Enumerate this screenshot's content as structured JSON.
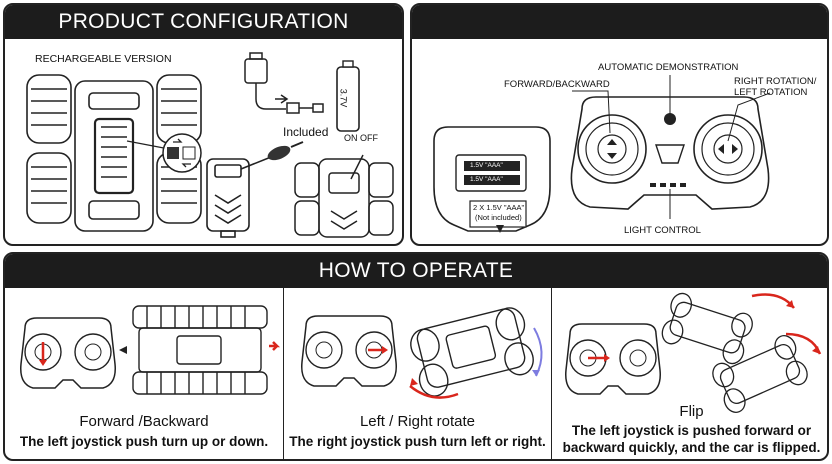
{
  "config": {
    "title": "PRODUCT CONFIGURATION",
    "version_label": "RECHARGEABLE VERSION",
    "battery_label": "3.7V",
    "included_label": "Included",
    "switch_label": "ON OFF",
    "controller_battery_top": "1.5V \"AAA\"",
    "controller_battery_bottom": "1.5V \"AAA\"",
    "battery_note_line1": "2 X 1.5V \"AAA\"",
    "battery_note_line2": "(Not included)",
    "label_auto_demo": "AUTOMATIC DEMONSTRATION",
    "label_forward_backward": "FORWARD/BACKWARD",
    "label_rotation_line1": "RIGHT ROTATION/",
    "label_rotation_line2": "LEFT ROTATION",
    "label_light_control": "LIGHT CONTROL"
  },
  "operate": {
    "title": "HOW TO OPERATE",
    "steps": [
      {
        "title": "Forward /Backward",
        "text": "The left joystick push turn up or down."
      },
      {
        "title": "Left / Right rotate",
        "text": "The right joystick push turn left or right."
      },
      {
        "title": "Flip",
        "text_line1": "The left joystick is pushed forward or",
        "text_line2": "backward quickly, and the car is flipped."
      }
    ]
  },
  "colors": {
    "banner": "#1c1c1c",
    "arrow": "#d9261c",
    "rotate_arrow": "#7d7ce0"
  }
}
